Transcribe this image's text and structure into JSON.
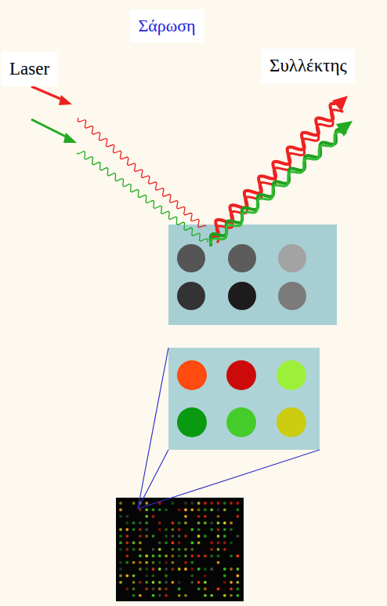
{
  "diagram": {
    "title": "Σάρωση",
    "labels": [
      "Laser",
      "Συλλέκτης"
    ]
  }
}
